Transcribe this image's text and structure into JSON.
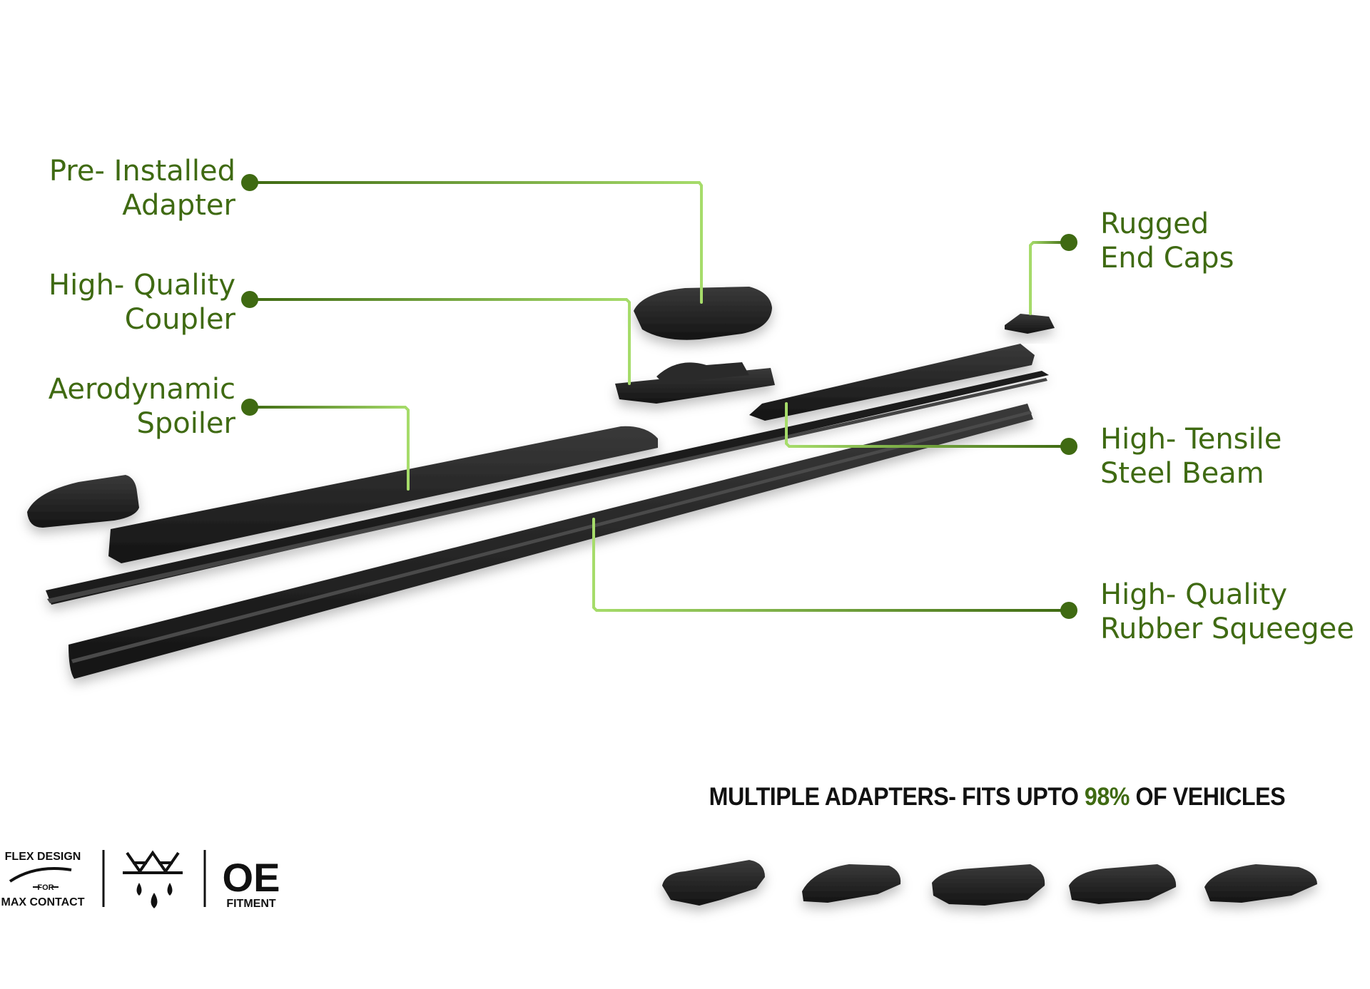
{
  "callouts": {
    "pre_installed_adapter": [
      "Pre- Installed",
      "Adapter"
    ],
    "high_quality_coupler": [
      "High- Quality",
      "Coupler"
    ],
    "aerodynamic_spoiler": [
      "Aerodynamic",
      "Spoiler"
    ],
    "rugged_end_caps": [
      "Rugged",
      "End Caps"
    ],
    "high_tensile_steel_beam": [
      "High- Tensile",
      "Steel Beam"
    ],
    "high_quality_rubber_squeegee": [
      "High- Quality",
      "Rubber Squeegee"
    ]
  },
  "headline": {
    "before": "MULTIPLE ADAPTERS- FITS UPTO ",
    "accent": "98%",
    "after": " OF VEHICLES"
  },
  "badges": {
    "flex": {
      "top": "FLEX DESIGN",
      "mid": "FOR",
      "bottom": "MAX CONTACT",
      "icon": "wiper-arc-icon"
    },
    "weather": {
      "icon": "snowflake-raindrops-icon"
    },
    "oe": {
      "big": "OE",
      "small": "FITMENT"
    }
  },
  "colors": {
    "accent_green": "#3f6a12",
    "line_dark": "#3f6a12",
    "line_light": "#a6dc6a",
    "part_black": "#1f1f1f"
  }
}
